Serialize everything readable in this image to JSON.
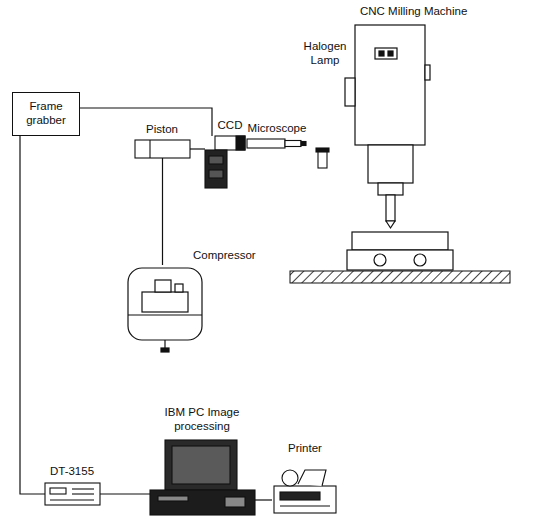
{
  "diagram": {
    "nodes": [
      {
        "text": [
          "Frame grabber"
        ]
      },
      {
        "text": [
          "CCD"
        ]
      },
      {
        "text": [
          "Microscope"
        ]
      },
      {
        "text": [
          "Piston"
        ]
      },
      {
        "text": [
          "Compressor"
        ]
      },
      {
        "text": [
          "DT-3155"
        ]
      },
      {
        "text": [
          "IBM PC Image processing"
        ]
      },
      {
        "text": [
          "Printer"
        ]
      },
      {
        "text": [
          "CNC Milling Machine"
        ]
      }
    ],
    "edges": [
      {
        "from": 0,
        "to": 1,
        "arrow": "none"
      },
      {
        "from": 3,
        "to": 1,
        "arrow": "none"
      },
      {
        "from": 3,
        "to": 4,
        "arrow": "none"
      },
      {
        "from": 0,
        "to": 5,
        "arrow": "none"
      },
      {
        "from": 5,
        "to": 6,
        "arrow": "none"
      },
      {
        "from": 6,
        "to": 7,
        "arrow": "none"
      }
    ],
    "labels": [
      "Halogen Lamp"
    ]
  }
}
